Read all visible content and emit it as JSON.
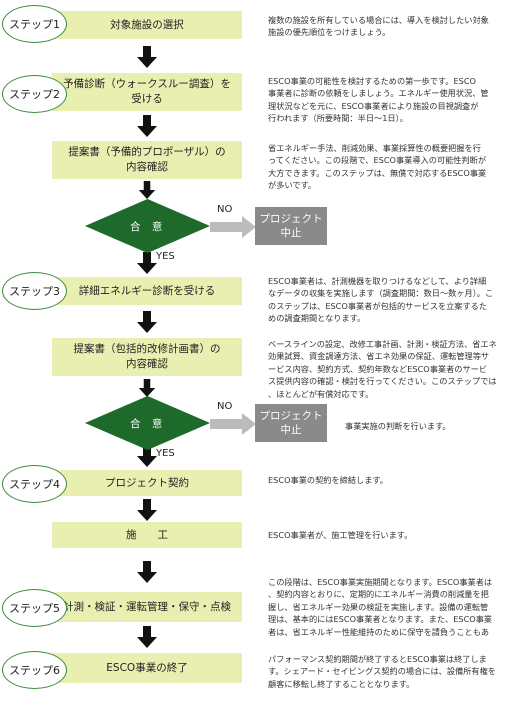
{
  "colors": {
    "box": "#e8efb0",
    "diamond": "#1e6a2a",
    "stop": "#8a8a8a",
    "arrow": "#111111",
    "no_arrow": "#bcbcbc",
    "circle_border": "#3a8a3a"
  },
  "steps": {
    "s1": "ステップ1",
    "s2": "ステップ2",
    "s3": "ステップ3",
    "s4": "ステップ4",
    "s5": "ステップ5",
    "s6": "ステップ6"
  },
  "boxes": {
    "b1": "対象施設の選択",
    "b2_l1": "予備診断（ウォークスルー調査）を",
    "b2_l2": "受ける",
    "b3_l1": "提案書（予備的プロポーザル）の",
    "b3_l2": "内容確認",
    "b4": "詳細エネルギー診断を受ける",
    "b5_l1": "提案書（包括的改修計画書）の",
    "b5_l2": "内容確認",
    "b6": "プロジェクト契約",
    "b7": "施　　工",
    "b8": "計測・検証・運転管理・保守・点検",
    "b9": "ESCO事業の終了"
  },
  "decisions": {
    "d1_text": "合 意",
    "d2_text": "合 意",
    "no": "NO",
    "yes": "YES",
    "stop_l1": "プロジェクト",
    "stop_l2": "中止"
  },
  "descriptions": {
    "d1": [
      "複数の施設を所有している場合には、導入を検討したい対象",
      "施設の優先順位をつけましょう。"
    ],
    "d2": [
      "ESCO事業の可能性を検討するための第一歩です。ESCO",
      "事業者に診断の依頼をしましょう。エネルギー使用状況、管",
      "理状況などを元に、ESCO事業者により施設の目視調査が",
      "行われます（所要時間：半日〜1日）。"
    ],
    "d3": [
      "省エネルギー手法、削減効果、事業採算性の概要把握を行",
      "ってください。この段階で、ESCO事業導入の可能性判断が",
      "大方できます。このステップは、無償で対応するESCO事業",
      "が多いです。"
    ],
    "d4": [
      "ESCO事業者は、計測機器を取りつけるなどして、より詳細",
      "なデータの収集を実施します（調査期間：数日〜数ヶ月）。こ",
      "のステップは、ESCO事業者が包括的サービスを立案するた",
      "めの調査期間となります。"
    ],
    "d5": [
      "ベースラインの設定、改修工事計画、計測・検証方法、省エネ",
      "効果試算、資金調達方法、省エネ効果の保証、運転管理等サ",
      "ービス内容、契約方式、契約年数などESCO事業者のサービ",
      "ス提供内容の確認・検討を行ってください。このステップでは",
      "、ほとんどが有償対応です。"
    ],
    "d6": [
      "事業実施の判断を行います。"
    ],
    "d7": [
      "ESCO事業の契約を締結します。"
    ],
    "d8": [
      "ESCO事業者が、施工管理を行います。"
    ],
    "d9": [
      "この段階は、ESCO事業実施期間となります。ESCO事業者は",
      "、契約内容とおりに、定期的にエネルギー消費の削減量を把",
      "握し、省エネルギー効果の検証を実施します。設備の運転管",
      "理は、基本的にはESCO事業者となります。また、ESCO事業",
      "者は、省エネルギー性能維持のために保守を請負うこともあ"
    ],
    "d10": [
      "パフォーマンス契約期間が終了するとESCO事業は終了しま",
      "す。シェアード・セイビングス契約の場合には、設備所有権を",
      "顧客に移転し終了することとなります。"
    ]
  }
}
